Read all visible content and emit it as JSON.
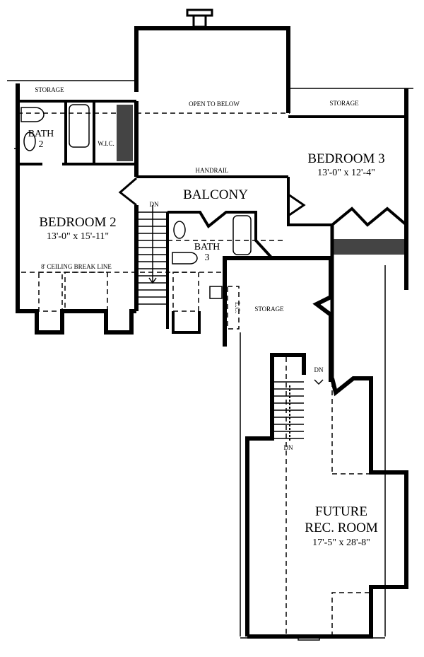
{
  "rooms": {
    "storage_left": "STORAGE",
    "open_to_below": "OPEN TO BELOW",
    "storage_right": "STORAGE",
    "bath2_label": "BATH",
    "bath2_num": "2",
    "wic": "W.I.C.",
    "bedroom3_name": "BEDROOM 3",
    "bedroom3_dim": "13'-0\" x 12'-4\"",
    "handrail": "HANDRAIL",
    "balcony": "BALCONY",
    "bedroom2_name": "BEDROOM 2",
    "bedroom2_dim": "13'-0\" x 15'-11\"",
    "stair_dn_top": "DN",
    "bath3_label": "BATH",
    "bath3_num": "3",
    "ceiling_break": "8' CEILING BREAK LINE",
    "lc": "L.C.",
    "storage_mid": "STORAGE",
    "dn_rec": "DN",
    "dn_stair2": "DN",
    "rec_line1": "FUTURE",
    "rec_line2": "REC. ROOM",
    "rec_dim": "17'-5\" x 28'-8\""
  }
}
